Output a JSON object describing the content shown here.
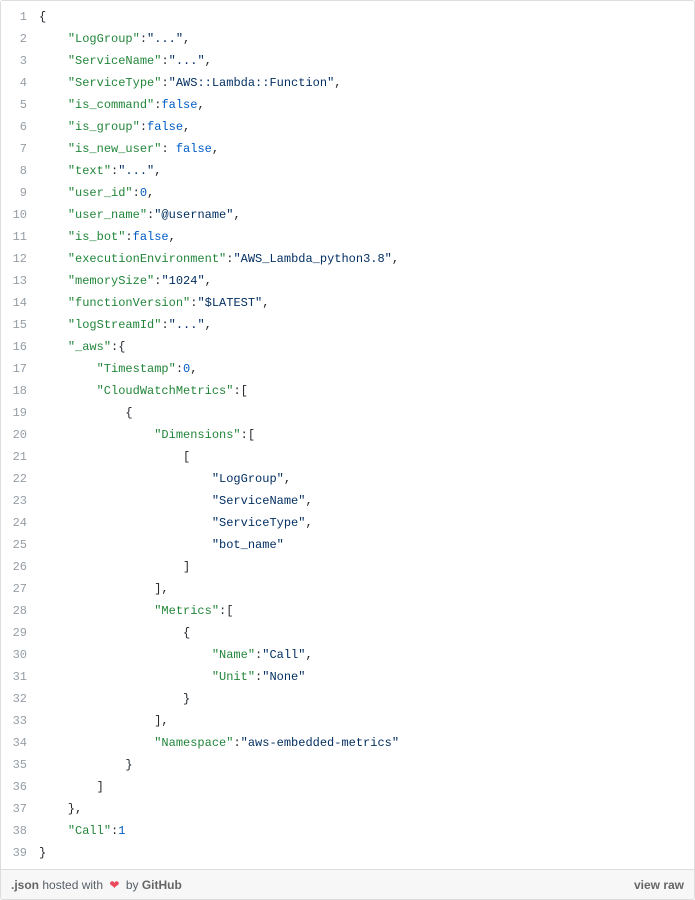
{
  "colors": {
    "key": "#22863a",
    "string": "#032f62",
    "constant": "#005cc5",
    "plain": "#24292e",
    "line_number": "#959da5",
    "border": "#dddddd",
    "footer_bg": "#f7f7f7",
    "heart": "#ea4a5a",
    "link": "#666666"
  },
  "gist": {
    "lines": [
      {
        "n": 1,
        "tokens": [
          {
            "c": "p",
            "v": "{"
          }
        ]
      },
      {
        "n": 2,
        "tokens": [
          {
            "c": "p",
            "v": "    "
          },
          {
            "c": "k",
            "v": "\"LogGroup\""
          },
          {
            "c": "p",
            "v": ":"
          },
          {
            "c": "s",
            "v": "\"...\""
          },
          {
            "c": "p",
            "v": ","
          }
        ]
      },
      {
        "n": 3,
        "tokens": [
          {
            "c": "p",
            "v": "    "
          },
          {
            "c": "k",
            "v": "\"ServiceName\""
          },
          {
            "c": "p",
            "v": ":"
          },
          {
            "c": "s",
            "v": "\"...\""
          },
          {
            "c": "p",
            "v": ","
          }
        ]
      },
      {
        "n": 4,
        "tokens": [
          {
            "c": "p",
            "v": "    "
          },
          {
            "c": "k",
            "v": "\"ServiceType\""
          },
          {
            "c": "p",
            "v": ":"
          },
          {
            "c": "s",
            "v": "\"AWS::Lambda::Function\""
          },
          {
            "c": "p",
            "v": ","
          }
        ]
      },
      {
        "n": 5,
        "tokens": [
          {
            "c": "p",
            "v": "    "
          },
          {
            "c": "k",
            "v": "\"is_command\""
          },
          {
            "c": "p",
            "v": ":"
          },
          {
            "c": "c",
            "v": "false"
          },
          {
            "c": "p",
            "v": ","
          }
        ]
      },
      {
        "n": 6,
        "tokens": [
          {
            "c": "p",
            "v": "    "
          },
          {
            "c": "k",
            "v": "\"is_group\""
          },
          {
            "c": "p",
            "v": ":"
          },
          {
            "c": "c",
            "v": "false"
          },
          {
            "c": "p",
            "v": ","
          }
        ]
      },
      {
        "n": 7,
        "tokens": [
          {
            "c": "p",
            "v": "    "
          },
          {
            "c": "k",
            "v": "\"is_new_user\""
          },
          {
            "c": "p",
            "v": ": "
          },
          {
            "c": "c",
            "v": "false"
          },
          {
            "c": "p",
            "v": ","
          }
        ]
      },
      {
        "n": 8,
        "tokens": [
          {
            "c": "p",
            "v": "    "
          },
          {
            "c": "k",
            "v": "\"text\""
          },
          {
            "c": "p",
            "v": ":"
          },
          {
            "c": "s",
            "v": "\"...\""
          },
          {
            "c": "p",
            "v": ","
          }
        ]
      },
      {
        "n": 9,
        "tokens": [
          {
            "c": "p",
            "v": "    "
          },
          {
            "c": "k",
            "v": "\"user_id\""
          },
          {
            "c": "p",
            "v": ":"
          },
          {
            "c": "c",
            "v": "0"
          },
          {
            "c": "p",
            "v": ","
          }
        ]
      },
      {
        "n": 10,
        "tokens": [
          {
            "c": "p",
            "v": "    "
          },
          {
            "c": "k",
            "v": "\"user_name\""
          },
          {
            "c": "p",
            "v": ":"
          },
          {
            "c": "s",
            "v": "\"@username\""
          },
          {
            "c": "p",
            "v": ","
          }
        ]
      },
      {
        "n": 11,
        "tokens": [
          {
            "c": "p",
            "v": "    "
          },
          {
            "c": "k",
            "v": "\"is_bot\""
          },
          {
            "c": "p",
            "v": ":"
          },
          {
            "c": "c",
            "v": "false"
          },
          {
            "c": "p",
            "v": ","
          }
        ]
      },
      {
        "n": 12,
        "tokens": [
          {
            "c": "p",
            "v": "    "
          },
          {
            "c": "k",
            "v": "\"executionEnvironment\""
          },
          {
            "c": "p",
            "v": ":"
          },
          {
            "c": "s",
            "v": "\"AWS_Lambda_python3.8\""
          },
          {
            "c": "p",
            "v": ","
          }
        ]
      },
      {
        "n": 13,
        "tokens": [
          {
            "c": "p",
            "v": "    "
          },
          {
            "c": "k",
            "v": "\"memorySize\""
          },
          {
            "c": "p",
            "v": ":"
          },
          {
            "c": "s",
            "v": "\"1024\""
          },
          {
            "c": "p",
            "v": ","
          }
        ]
      },
      {
        "n": 14,
        "tokens": [
          {
            "c": "p",
            "v": "    "
          },
          {
            "c": "k",
            "v": "\"functionVersion\""
          },
          {
            "c": "p",
            "v": ":"
          },
          {
            "c": "s",
            "v": "\"$LATEST\""
          },
          {
            "c": "p",
            "v": ","
          }
        ]
      },
      {
        "n": 15,
        "tokens": [
          {
            "c": "p",
            "v": "    "
          },
          {
            "c": "k",
            "v": "\"logStreamId\""
          },
          {
            "c": "p",
            "v": ":"
          },
          {
            "c": "s",
            "v": "\"...\""
          },
          {
            "c": "p",
            "v": ","
          }
        ]
      },
      {
        "n": 16,
        "tokens": [
          {
            "c": "p",
            "v": "    "
          },
          {
            "c": "k",
            "v": "\"_aws\""
          },
          {
            "c": "p",
            "v": ":{"
          }
        ]
      },
      {
        "n": 17,
        "tokens": [
          {
            "c": "p",
            "v": "        "
          },
          {
            "c": "k",
            "v": "\"Timestamp\""
          },
          {
            "c": "p",
            "v": ":"
          },
          {
            "c": "c",
            "v": "0"
          },
          {
            "c": "p",
            "v": ","
          }
        ]
      },
      {
        "n": 18,
        "tokens": [
          {
            "c": "p",
            "v": "        "
          },
          {
            "c": "k",
            "v": "\"CloudWatchMetrics\""
          },
          {
            "c": "p",
            "v": ":["
          }
        ]
      },
      {
        "n": 19,
        "tokens": [
          {
            "c": "p",
            "v": "            {"
          }
        ]
      },
      {
        "n": 20,
        "tokens": [
          {
            "c": "p",
            "v": "                "
          },
          {
            "c": "k",
            "v": "\"Dimensions\""
          },
          {
            "c": "p",
            "v": ":["
          }
        ]
      },
      {
        "n": 21,
        "tokens": [
          {
            "c": "p",
            "v": "                    ["
          }
        ]
      },
      {
        "n": 22,
        "tokens": [
          {
            "c": "p",
            "v": "                        "
          },
          {
            "c": "s",
            "v": "\"LogGroup\""
          },
          {
            "c": "p",
            "v": ","
          }
        ]
      },
      {
        "n": 23,
        "tokens": [
          {
            "c": "p",
            "v": "                        "
          },
          {
            "c": "s",
            "v": "\"ServiceName\""
          },
          {
            "c": "p",
            "v": ","
          }
        ]
      },
      {
        "n": 24,
        "tokens": [
          {
            "c": "p",
            "v": "                        "
          },
          {
            "c": "s",
            "v": "\"ServiceType\""
          },
          {
            "c": "p",
            "v": ","
          }
        ]
      },
      {
        "n": 25,
        "tokens": [
          {
            "c": "p",
            "v": "                        "
          },
          {
            "c": "s",
            "v": "\"bot_name\""
          }
        ]
      },
      {
        "n": 26,
        "tokens": [
          {
            "c": "p",
            "v": "                    ]"
          }
        ]
      },
      {
        "n": 27,
        "tokens": [
          {
            "c": "p",
            "v": "                ],"
          }
        ]
      },
      {
        "n": 28,
        "tokens": [
          {
            "c": "p",
            "v": "                "
          },
          {
            "c": "k",
            "v": "\"Metrics\""
          },
          {
            "c": "p",
            "v": ":["
          }
        ]
      },
      {
        "n": 29,
        "tokens": [
          {
            "c": "p",
            "v": "                    {"
          }
        ]
      },
      {
        "n": 30,
        "tokens": [
          {
            "c": "p",
            "v": "                        "
          },
          {
            "c": "k",
            "v": "\"Name\""
          },
          {
            "c": "p",
            "v": ":"
          },
          {
            "c": "s",
            "v": "\"Call\""
          },
          {
            "c": "p",
            "v": ","
          }
        ]
      },
      {
        "n": 31,
        "tokens": [
          {
            "c": "p",
            "v": "                        "
          },
          {
            "c": "k",
            "v": "\"Unit\""
          },
          {
            "c": "p",
            "v": ":"
          },
          {
            "c": "s",
            "v": "\"None\""
          }
        ]
      },
      {
        "n": 32,
        "tokens": [
          {
            "c": "p",
            "v": "                    }"
          }
        ]
      },
      {
        "n": 33,
        "tokens": [
          {
            "c": "p",
            "v": "                ],"
          }
        ]
      },
      {
        "n": 34,
        "tokens": [
          {
            "c": "p",
            "v": "                "
          },
          {
            "c": "k",
            "v": "\"Namespace\""
          },
          {
            "c": "p",
            "v": ":"
          },
          {
            "c": "s",
            "v": "\"aws-embedded-metrics\""
          }
        ]
      },
      {
        "n": 35,
        "tokens": [
          {
            "c": "p",
            "v": "            }"
          }
        ]
      },
      {
        "n": 36,
        "tokens": [
          {
            "c": "p",
            "v": "        ]"
          }
        ]
      },
      {
        "n": 37,
        "tokens": [
          {
            "c": "p",
            "v": "    },"
          }
        ]
      },
      {
        "n": 38,
        "tokens": [
          {
            "c": "p",
            "v": "    "
          },
          {
            "c": "k",
            "v": "\"Call\""
          },
          {
            "c": "p",
            "v": ":"
          },
          {
            "c": "c",
            "v": "1"
          }
        ]
      },
      {
        "n": 39,
        "tokens": [
          {
            "c": "p",
            "v": "}"
          }
        ]
      }
    ]
  },
  "footer": {
    "filename": ".json",
    "hosted_with": "hosted with",
    "heart": "❤",
    "by": "by",
    "github": "GitHub",
    "view_raw": "view raw"
  }
}
